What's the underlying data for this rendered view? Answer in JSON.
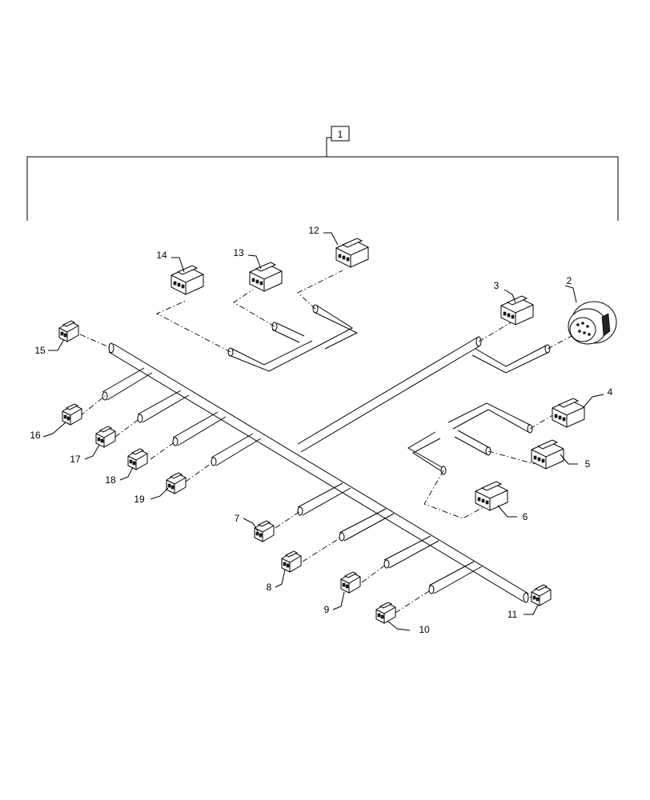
{
  "assembly_callout": "1",
  "callouts": {
    "c2": "2",
    "c3": "3",
    "c4": "4",
    "c5": "5",
    "c6": "6",
    "c7": "7",
    "c8": "8",
    "c9": "9",
    "c10": "10",
    "c11": "11",
    "c12": "12",
    "c13": "13",
    "c14": "14",
    "c15": "15",
    "c16": "16",
    "c17": "17",
    "c18": "18",
    "c19": "19"
  },
  "icons": {
    "small_connector": "small-connector-icon",
    "large_connector": "multi-pin-connector-icon",
    "round_connector": "round-connector-icon"
  }
}
